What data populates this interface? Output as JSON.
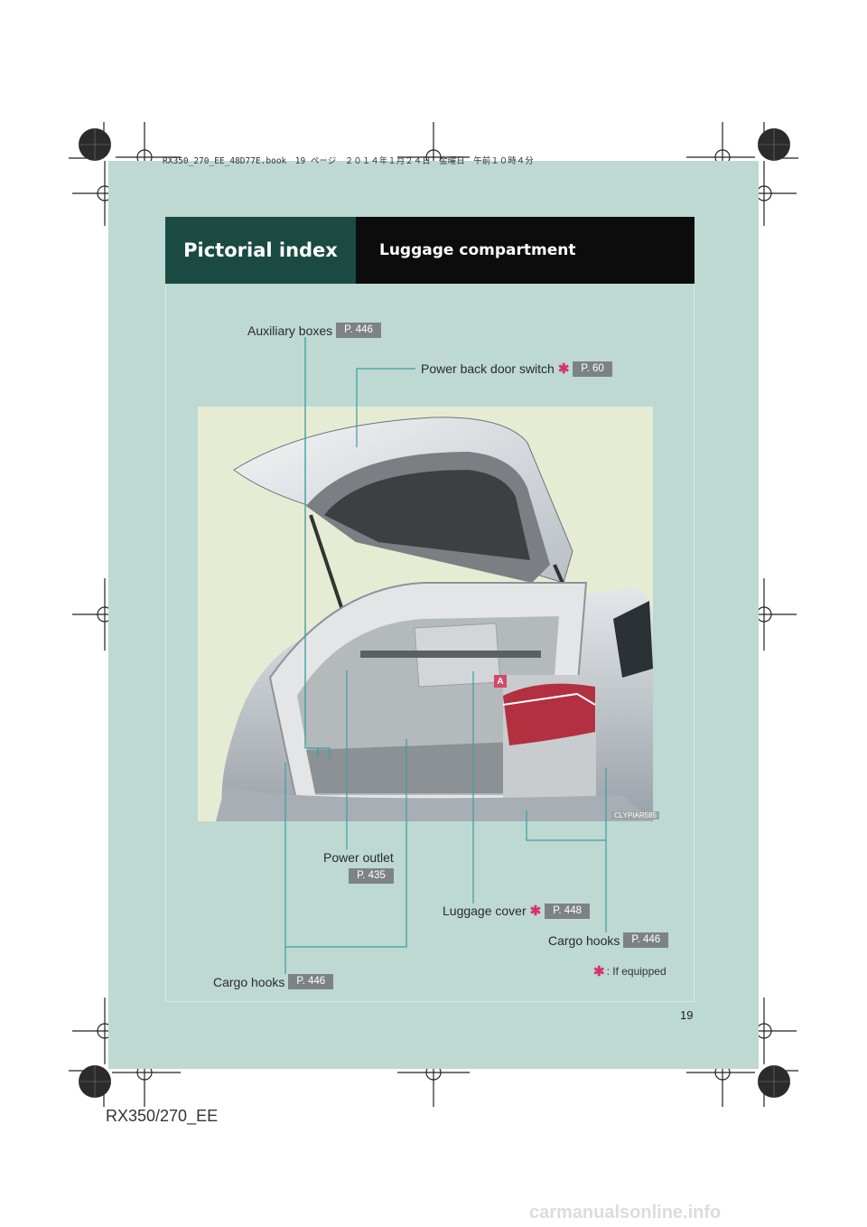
{
  "book_info": "RX350_270_EE_48D77E.book　19 ページ　２０１４年１月２４日　金曜日　午前１０時４分",
  "header": {
    "section": "Pictorial index",
    "title": "Luggage compartment"
  },
  "callouts": {
    "auxiliary_boxes": {
      "label": "Auxiliary boxes",
      "page": "P. 446"
    },
    "power_back_door_switch": {
      "label": "Power back door switch",
      "page": "P. 60"
    },
    "power_outlet": {
      "label": "Power outlet",
      "page": "P. 435"
    },
    "luggage_cover": {
      "label": "Luggage cover",
      "page": "P. 448"
    },
    "cargo_hooks_right": {
      "label": "Cargo hooks",
      "page": "P. 446"
    },
    "cargo_hooks_left": {
      "label": "Cargo hooks",
      "page": "P. 446"
    }
  },
  "marker_a": "A",
  "photo_code": "CLYPIAR585",
  "footnote": {
    "symbol": "✱",
    "text": ": If equipped"
  },
  "page_number": "19",
  "model": "RX350/270_EE",
  "site": "carmanualsonline.info",
  "colors": {
    "background": "#bdd9d2",
    "header_left": "#1b4a42",
    "header_right": "#0c0c0c",
    "page_tag": "#7c8382",
    "accent": "#d6336b",
    "leader_line": "#3aa0a0"
  }
}
